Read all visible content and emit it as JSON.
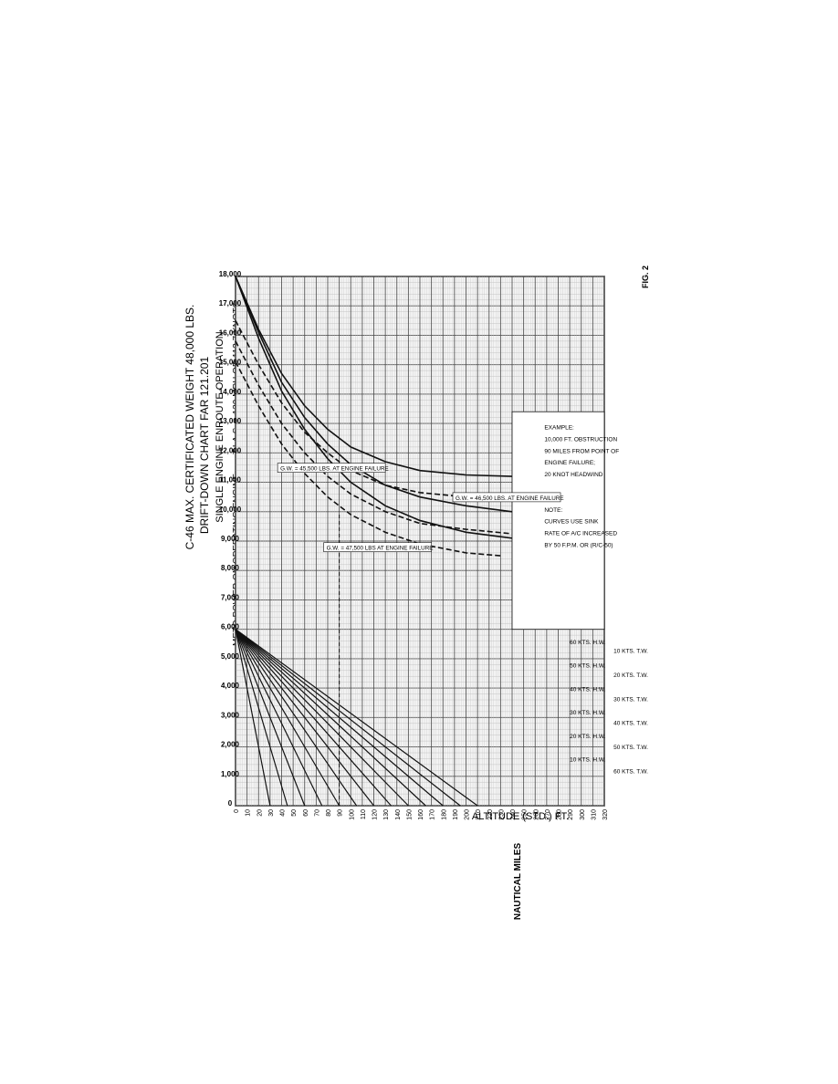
{
  "document": {
    "title_line1": "C-46 MAX. CERTIFICATED WEIGHT 48,000 LBS.",
    "title_line2": "DRIFT-DOWN CHART FAR 121.201",
    "title_line3": "SINGLE ENGINE ENROUTE OPERATION",
    "power_note": "METO POWER ON OPERATING ENGINE",
    "ias_note": "T.I.A.S. = 130 MPH OR 112.7 KNOTS",
    "figure_label": "FIG. 2",
    "example_lines": [
      "EXAMPLE:",
      "10,000 FT. OBSTRUCTION",
      "90 MILES FROM POINT OF",
      "ENGINE FAILURE;",
      "20 KNOT HEADWIND"
    ],
    "note_lines": [
      "NOTE:",
      "CURVES USE SINK",
      "RATE OF A/C INCREASED",
      "BY 50 F.P.M. OR (R/C-50)"
    ]
  },
  "chart_data": {
    "type": "line",
    "ylabel": "ALTITUDE (STD.) FT.",
    "xlabel": "NAUTICAL MILES",
    "ylim": [
      0,
      18000
    ],
    "xlim": [
      0,
      320
    ],
    "y_ticks": [
      "0",
      "1,000",
      "2,000",
      "3,000",
      "4,000",
      "5,000",
      "6,000",
      "7,000",
      "8,000",
      "9,000",
      "10,000",
      "11,000",
      "12,000",
      "13,000",
      "14,000",
      "15,000",
      "16,000",
      "17,000",
      "18,000"
    ],
    "x_ticks": [
      "0",
      "10",
      "20",
      "30",
      "40",
      "50",
      "60",
      "70",
      "80",
      "90",
      "100",
      "110",
      "120",
      "130",
      "140",
      "150",
      "160",
      "170",
      "180",
      "190",
      "200",
      "210",
      "220",
      "230",
      "240",
      "250",
      "260",
      "270",
      "280",
      "290",
      "300",
      "310",
      "320"
    ],
    "grid": true,
    "weight_curves": [
      {
        "name": "G.W. = 45,500 LBS. AT ENGINE FAILURE",
        "style": "solid",
        "points": [
          [
            0,
            18000
          ],
          [
            20,
            16200
          ],
          [
            40,
            14700
          ],
          [
            60,
            13600
          ],
          [
            80,
            12800
          ],
          [
            100,
            12200
          ],
          [
            130,
            11700
          ],
          [
            160,
            11400
          ],
          [
            200,
            11250
          ],
          [
            240,
            11200
          ],
          [
            260,
            11200
          ]
        ]
      },
      {
        "name": "G.W. = 45,500 LBS. AT ENGINE FAILURE",
        "style": "dashed",
        "points": [
          [
            0,
            16500
          ],
          [
            20,
            15000
          ],
          [
            40,
            13700
          ],
          [
            60,
            12700
          ],
          [
            80,
            12000
          ],
          [
            100,
            11400
          ],
          [
            130,
            10900
          ],
          [
            160,
            10650
          ],
          [
            200,
            10500
          ],
          [
            240,
            10450
          ],
          [
            270,
            10400
          ]
        ]
      },
      {
        "name": "G.W. = 46,500 LBS. AT ENGINE FAILURE",
        "style": "solid",
        "points": [
          [
            0,
            18000
          ],
          [
            20,
            16100
          ],
          [
            40,
            14400
          ],
          [
            60,
            13200
          ],
          [
            80,
            12300
          ],
          [
            100,
            11600
          ],
          [
            130,
            10900
          ],
          [
            160,
            10500
          ],
          [
            200,
            10200
          ],
          [
            240,
            10000
          ],
          [
            290,
            9900
          ]
        ]
      },
      {
        "name": "G.W. = 46,500 LBS. AT ENGINE FAILURE",
        "style": "dashed",
        "points": [
          [
            0,
            15800
          ],
          [
            20,
            14300
          ],
          [
            40,
            13000
          ],
          [
            60,
            12000
          ],
          [
            80,
            11200
          ],
          [
            100,
            10600
          ],
          [
            130,
            10000
          ],
          [
            160,
            9600
          ],
          [
            200,
            9400
          ],
          [
            240,
            9250
          ],
          [
            270,
            9200
          ]
        ]
      },
      {
        "name": "G.W. = 47,500 LBS AT ENGINE FAILURE",
        "style": "solid",
        "points": [
          [
            0,
            18000
          ],
          [
            20,
            15900
          ],
          [
            40,
            14100
          ],
          [
            60,
            12800
          ],
          [
            80,
            11800
          ],
          [
            100,
            11000
          ],
          [
            130,
            10200
          ],
          [
            160,
            9700
          ],
          [
            200,
            9300
          ],
          [
            240,
            9100
          ],
          [
            270,
            9000
          ]
        ]
      },
      {
        "name": "G.W. = 47,500 LBS AT ENGINE FAILURE",
        "style": "dashed",
        "points": [
          [
            0,
            15100
          ],
          [
            20,
            13600
          ],
          [
            40,
            12300
          ],
          [
            60,
            11300
          ],
          [
            80,
            10500
          ],
          [
            100,
            9900
          ],
          [
            130,
            9300
          ],
          [
            160,
            8900
          ],
          [
            200,
            8600
          ],
          [
            230,
            8500
          ]
        ]
      }
    ],
    "headwind_lines": [
      {
        "name": "60 KTS. H.W.",
        "points": [
          [
            0,
            6000
          ],
          [
            30,
            0
          ]
        ]
      },
      {
        "name": "50 KTS. H.W.",
        "points": [
          [
            0,
            6000
          ],
          [
            45,
            0
          ]
        ]
      },
      {
        "name": "40 KTS. H.W.",
        "points": [
          [
            0,
            6000
          ],
          [
            60,
            0
          ]
        ]
      },
      {
        "name": "30 KTS. H.W.",
        "points": [
          [
            0,
            6000
          ],
          [
            75,
            0
          ]
        ]
      },
      {
        "name": "20 KTS. H.W.",
        "points": [
          [
            0,
            6000
          ],
          [
            90,
            0
          ]
        ]
      },
      {
        "name": "10 KTS. H.W.",
        "points": [
          [
            0,
            6000
          ],
          [
            105,
            0
          ]
        ]
      }
    ],
    "tailwind_lines": [
      {
        "name": "10 KTS. T.W.",
        "points": [
          [
            0,
            6000
          ],
          [
            135,
            0
          ]
        ]
      },
      {
        "name": "20 KTS. T.W.",
        "points": [
          [
            0,
            6000
          ],
          [
            150,
            0
          ]
        ]
      },
      {
        "name": "30 KTS. T.W.",
        "points": [
          [
            0,
            6000
          ],
          [
            165,
            0
          ]
        ]
      },
      {
        "name": "40 KTS. T.W.",
        "points": [
          [
            0,
            6000
          ],
          [
            180,
            0
          ]
        ]
      },
      {
        "name": "50 KTS. T.W.",
        "points": [
          [
            0,
            6000
          ],
          [
            195,
            0
          ]
        ]
      },
      {
        "name": "60 KTS. T.W.",
        "points": [
          [
            0,
            6000
          ],
          [
            210,
            0
          ]
        ]
      }
    ],
    "no_wind_line": {
      "points": [
        [
          0,
          6000
        ],
        [
          120,
          0
        ]
      ]
    },
    "example_marker": {
      "points": [
        [
          90,
          0
        ],
        [
          90,
          10000
        ]
      ]
    }
  }
}
